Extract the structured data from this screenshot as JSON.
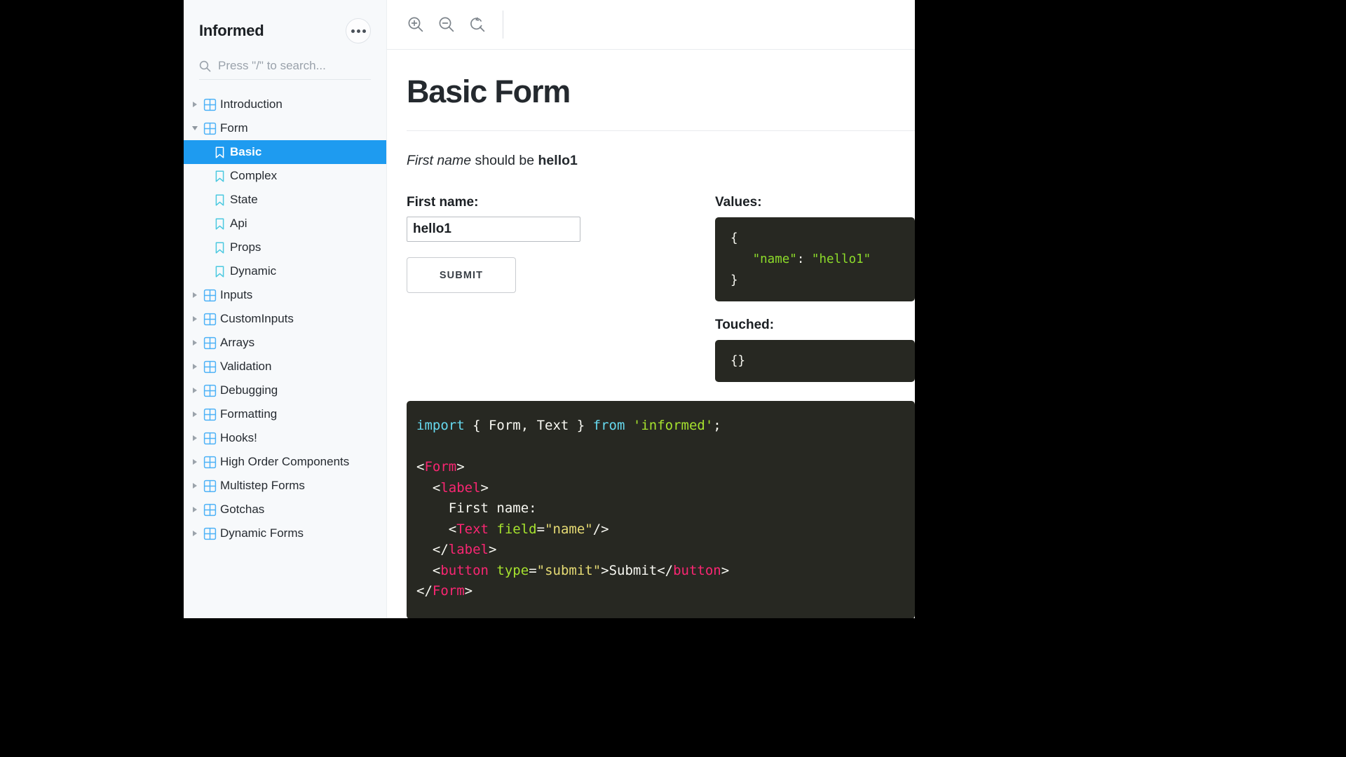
{
  "sidebar": {
    "title": "Informed",
    "menu_button": "•••",
    "search": {
      "placeholder": "Press \"/\" to search...",
      "value": ""
    },
    "items": [
      {
        "label": "Introduction",
        "level": 1,
        "icon": "grid-icon",
        "caret": "right",
        "active": false
      },
      {
        "label": "Form",
        "level": 1,
        "icon": "grid-icon",
        "caret": "down",
        "active": false
      },
      {
        "label": "Basic",
        "level": 2,
        "icon": "bookmark-icon",
        "caret": "none",
        "active": true
      },
      {
        "label": "Complex",
        "level": 2,
        "icon": "bookmark-icon",
        "caret": "none",
        "active": false
      },
      {
        "label": "State",
        "level": 2,
        "icon": "bookmark-icon",
        "caret": "none",
        "active": false
      },
      {
        "label": "Api",
        "level": 2,
        "icon": "bookmark-icon",
        "caret": "none",
        "active": false
      },
      {
        "label": "Props",
        "level": 2,
        "icon": "bookmark-icon",
        "caret": "none",
        "active": false
      },
      {
        "label": "Dynamic",
        "level": 2,
        "icon": "bookmark-icon",
        "caret": "none",
        "active": false
      },
      {
        "label": "Inputs",
        "level": 1,
        "icon": "grid-icon",
        "caret": "right",
        "active": false
      },
      {
        "label": "CustomInputs",
        "level": 1,
        "icon": "grid-icon",
        "caret": "right",
        "active": false
      },
      {
        "label": "Arrays",
        "level": 1,
        "icon": "grid-icon",
        "caret": "right",
        "active": false
      },
      {
        "label": "Validation",
        "level": 1,
        "icon": "grid-icon",
        "caret": "right",
        "active": false
      },
      {
        "label": "Debugging",
        "level": 1,
        "icon": "grid-icon",
        "caret": "right",
        "active": false
      },
      {
        "label": "Formatting",
        "level": 1,
        "icon": "grid-icon",
        "caret": "right",
        "active": false
      },
      {
        "label": "Hooks!",
        "level": 1,
        "icon": "grid-icon",
        "caret": "right",
        "active": false
      },
      {
        "label": "High Order Components",
        "level": 1,
        "icon": "grid-icon",
        "caret": "right",
        "active": false
      },
      {
        "label": "Multistep Forms",
        "level": 1,
        "icon": "grid-icon",
        "caret": "right",
        "active": false
      },
      {
        "label": "Gotchas",
        "level": 1,
        "icon": "grid-icon",
        "caret": "right",
        "active": false
      },
      {
        "label": "Dynamic Forms",
        "level": 1,
        "icon": "grid-icon",
        "caret": "right",
        "active": false
      }
    ]
  },
  "toolbar": {
    "buttons": [
      {
        "name": "zoom-in-icon",
        "title": "Zoom in"
      },
      {
        "name": "zoom-out-icon",
        "title": "Zoom out"
      },
      {
        "name": "zoom-reset-icon",
        "title": "Reset zoom"
      }
    ]
  },
  "main": {
    "title": "Basic Form",
    "lead": {
      "emphasis": "First name",
      "middle": " should be ",
      "strong": "hello1"
    },
    "form": {
      "field_label": "First name:",
      "field_value": "hello1",
      "submit_label": "SUBMIT"
    },
    "values_panel": {
      "label": "Values:",
      "open_brace": "{",
      "key": "\"name\"",
      "colon": ": ",
      "value": "\"hello1\"",
      "close_brace": "}"
    },
    "touched_panel": {
      "label": "Touched:",
      "body": "{}"
    },
    "code": {
      "l1": [
        {
          "t": "import",
          "c": "kw"
        },
        {
          "t": " { Form, Text } ",
          "c": "plain"
        },
        {
          "t": "from",
          "c": "kw"
        },
        {
          "t": " ",
          "c": "plain"
        },
        {
          "t": "'informed'",
          "c": "attr"
        },
        {
          "t": ";",
          "c": "plain"
        }
      ],
      "l2": [],
      "l3": [
        {
          "t": "<",
          "c": "plain"
        },
        {
          "t": "Form",
          "c": "tag"
        },
        {
          "t": ">",
          "c": "plain"
        }
      ],
      "l4": [
        {
          "t": "  <",
          "c": "plain"
        },
        {
          "t": "label",
          "c": "tag"
        },
        {
          "t": ">",
          "c": "plain"
        }
      ],
      "l5": [
        {
          "t": "    First name:",
          "c": "plain"
        }
      ],
      "l6": [
        {
          "t": "    <",
          "c": "plain"
        },
        {
          "t": "Text",
          "c": "tag"
        },
        {
          "t": " ",
          "c": "plain"
        },
        {
          "t": "field",
          "c": "attr"
        },
        {
          "t": "=",
          "c": "plain"
        },
        {
          "t": "\"name\"",
          "c": "val"
        },
        {
          "t": "/>",
          "c": "plain"
        }
      ],
      "l7": [
        {
          "t": "  </",
          "c": "plain"
        },
        {
          "t": "label",
          "c": "tag"
        },
        {
          "t": ">",
          "c": "plain"
        }
      ],
      "l8": [
        {
          "t": "  <",
          "c": "plain"
        },
        {
          "t": "button",
          "c": "tag"
        },
        {
          "t": " ",
          "c": "plain"
        },
        {
          "t": "type",
          "c": "attr"
        },
        {
          "t": "=",
          "c": "plain"
        },
        {
          "t": "\"submit\"",
          "c": "val"
        },
        {
          "t": ">Submit</",
          "c": "plain"
        },
        {
          "t": "button",
          "c": "tag"
        },
        {
          "t": ">",
          "c": "plain"
        }
      ],
      "l9": [
        {
          "t": "</",
          "c": "plain"
        },
        {
          "t": "Form",
          "c": "tag"
        },
        {
          "t": ">",
          "c": "plain"
        }
      ]
    }
  },
  "colors": {
    "accent": "#1e9bf0",
    "icon_blue": "#4db2f7",
    "icon_cyan": "#4cc9e0",
    "code_bg": "#272822",
    "string_green": "#8ddc2a"
  }
}
